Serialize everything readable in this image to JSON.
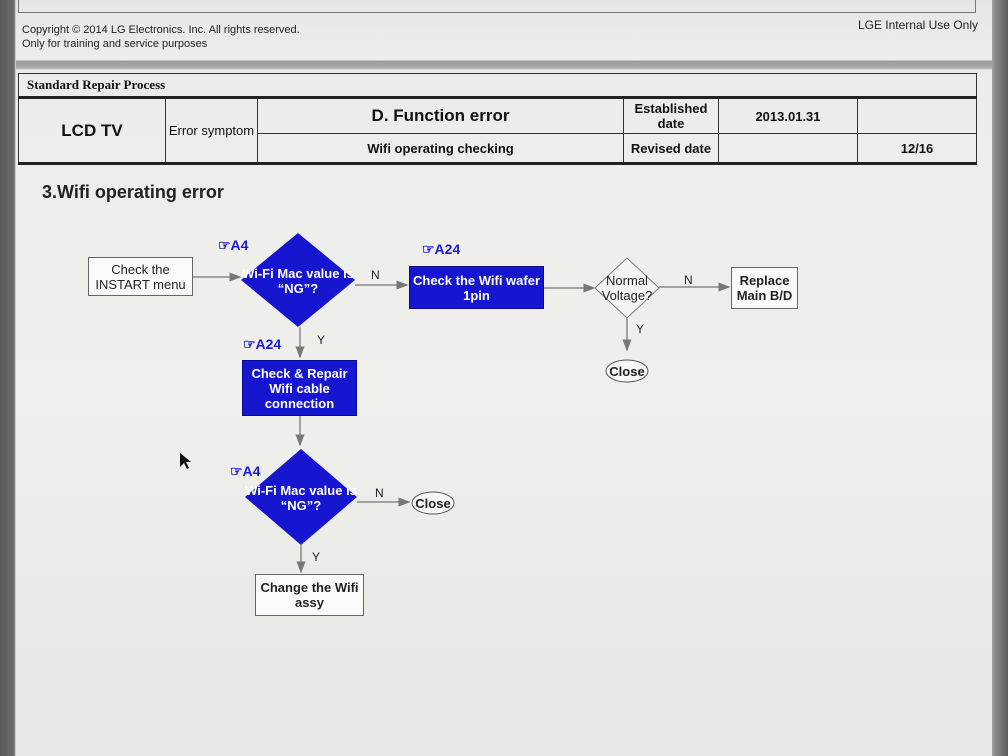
{
  "footer": {
    "copyright": "Copyright © 2014 LG Electronics. Inc. All rights reserved.",
    "training": "Only for training and service purposes",
    "internal": "LGE Internal Use Only"
  },
  "header": {
    "process": "Standard Repair Process",
    "product": "LCD TV",
    "error_label": "Error symptom",
    "title": "D. Function error",
    "subtitle": "Wifi operating checking",
    "established_label": "Established date",
    "established_value": "2013.01.31",
    "revised_label": "Revised date",
    "page": "12/16"
  },
  "section_title": "3.Wifi operating error",
  "flow": {
    "start": "Check the INSTART menu",
    "ref1": "☞A4",
    "decision1": "Wi-Fi Mac value is “NG”?",
    "n1": "N",
    "y1": "Y",
    "ref2": "☞A24",
    "wafer": "Check the Wifi wafer 1pin",
    "decision2": "Normal Voltage?",
    "n2": "N",
    "y2": "Y",
    "replace": "Replace Main B/D",
    "close1": "Close",
    "ref3": "☞A24",
    "repair": "Check & Repair Wifi cable connection",
    "ref4": "☞A4",
    "decision3": "Wi-Fi Mac value is “NG”?",
    "n3": "N",
    "y3": "Y",
    "close2": "Close",
    "change": "Change the Wifi assy"
  },
  "colors": {
    "blue": "#1616d0"
  }
}
